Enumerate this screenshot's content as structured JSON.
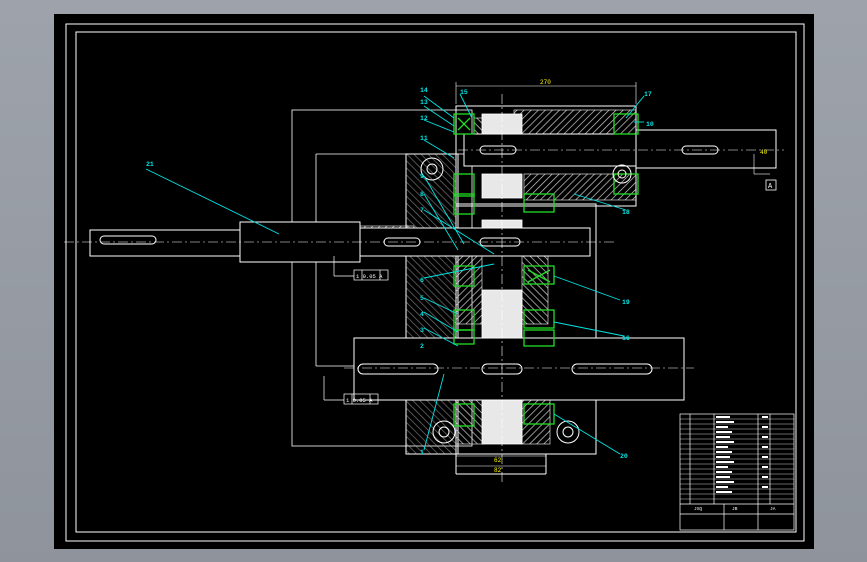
{
  "drawing": {
    "title": "CAD gearbox assembly drawing",
    "dims": {
      "top_width": "270",
      "bottom_a": "62",
      "bottom_b": "82",
      "right_shaft": "40"
    },
    "callouts": [
      "21",
      "14",
      "13",
      "12",
      "11",
      "15",
      "17",
      "10",
      "18",
      "9",
      "8",
      "7",
      "6",
      "5",
      "4",
      "3",
      "2",
      "1",
      "19",
      "16",
      "20"
    ],
    "tolerance_labels": [
      "1 0.05 A",
      "1 0.05 A"
    ],
    "datum": "A",
    "title_block": {
      "label_a": "JXQ",
      "label_b": "JB",
      "label_c": "JA"
    }
  },
  "colors": {
    "background": "#000000",
    "outline": "#ffffff",
    "callout": "#00e5e5",
    "bearing": "#22dd22",
    "yellow": "#ffff00",
    "hatch": "#c8c8c8"
  }
}
